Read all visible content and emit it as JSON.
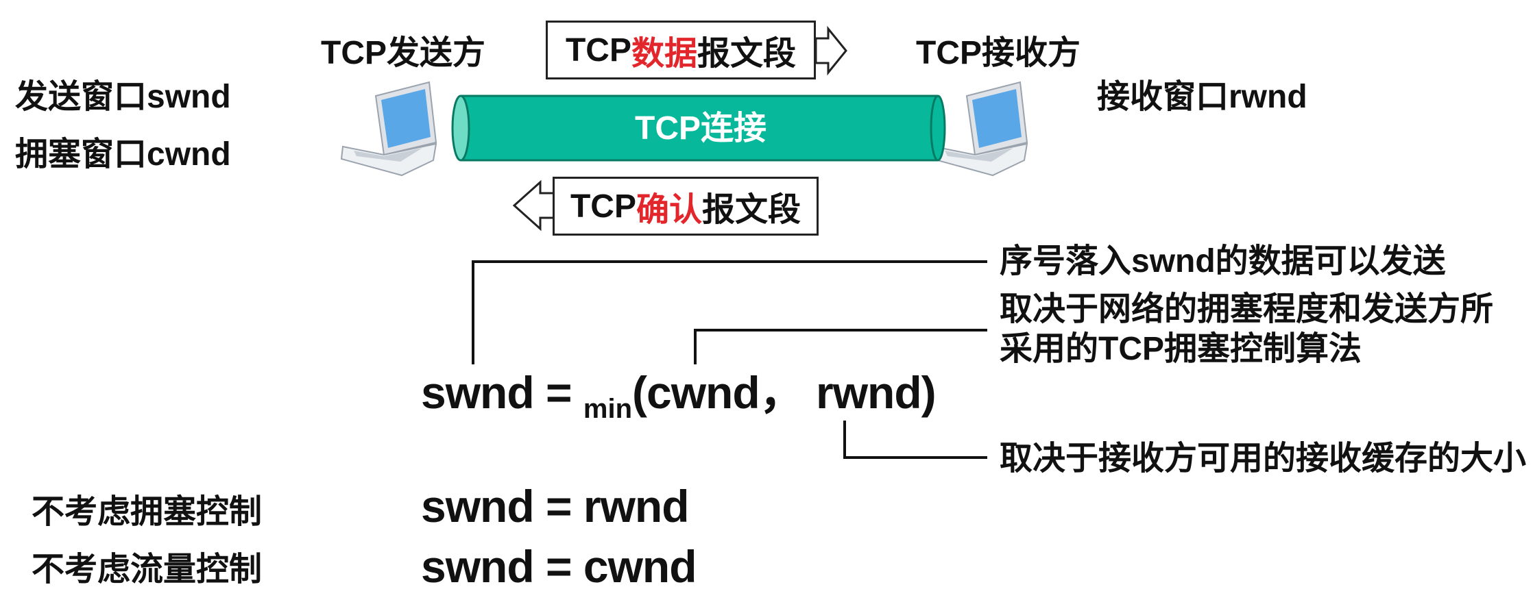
{
  "header": {
    "sender_title": "TCP发送方",
    "receiver_title": "TCP接收方"
  },
  "left_labels": {
    "send_window": "发送窗口swnd",
    "congestion_window": "拥塞窗口cwnd"
  },
  "right_labels": {
    "receive_window": "接收窗口rwnd"
  },
  "connection": {
    "label": "TCP连接",
    "color": "#07b99a"
  },
  "data_segment": {
    "prefix": "TCP",
    "highlight": "数据",
    "suffix": "报文段"
  },
  "ack_segment": {
    "prefix": "TCP",
    "highlight": "确认",
    "suffix": "报文段"
  },
  "formula": {
    "lhs": "swnd = ",
    "func": "min",
    "args": "(cwnd， rwnd)"
  },
  "annotations": {
    "swnd_note": "序号落入swnd的数据可以发送",
    "cwnd_note_line1": "取决于网络的拥塞程度和发送方所",
    "cwnd_note_line2": "采用的TCP拥塞控制算法",
    "rwnd_note": "取决于接收方可用的接收缓存的大小"
  },
  "cases": [
    {
      "condition": "不考虑拥塞控制",
      "equation": "swnd = rwnd"
    },
    {
      "condition": "不考虑流量控制",
      "equation": "swnd = cwnd"
    }
  ],
  "colors": {
    "highlight": "#e3262b",
    "laptop_screen": "#5aa7e8"
  }
}
